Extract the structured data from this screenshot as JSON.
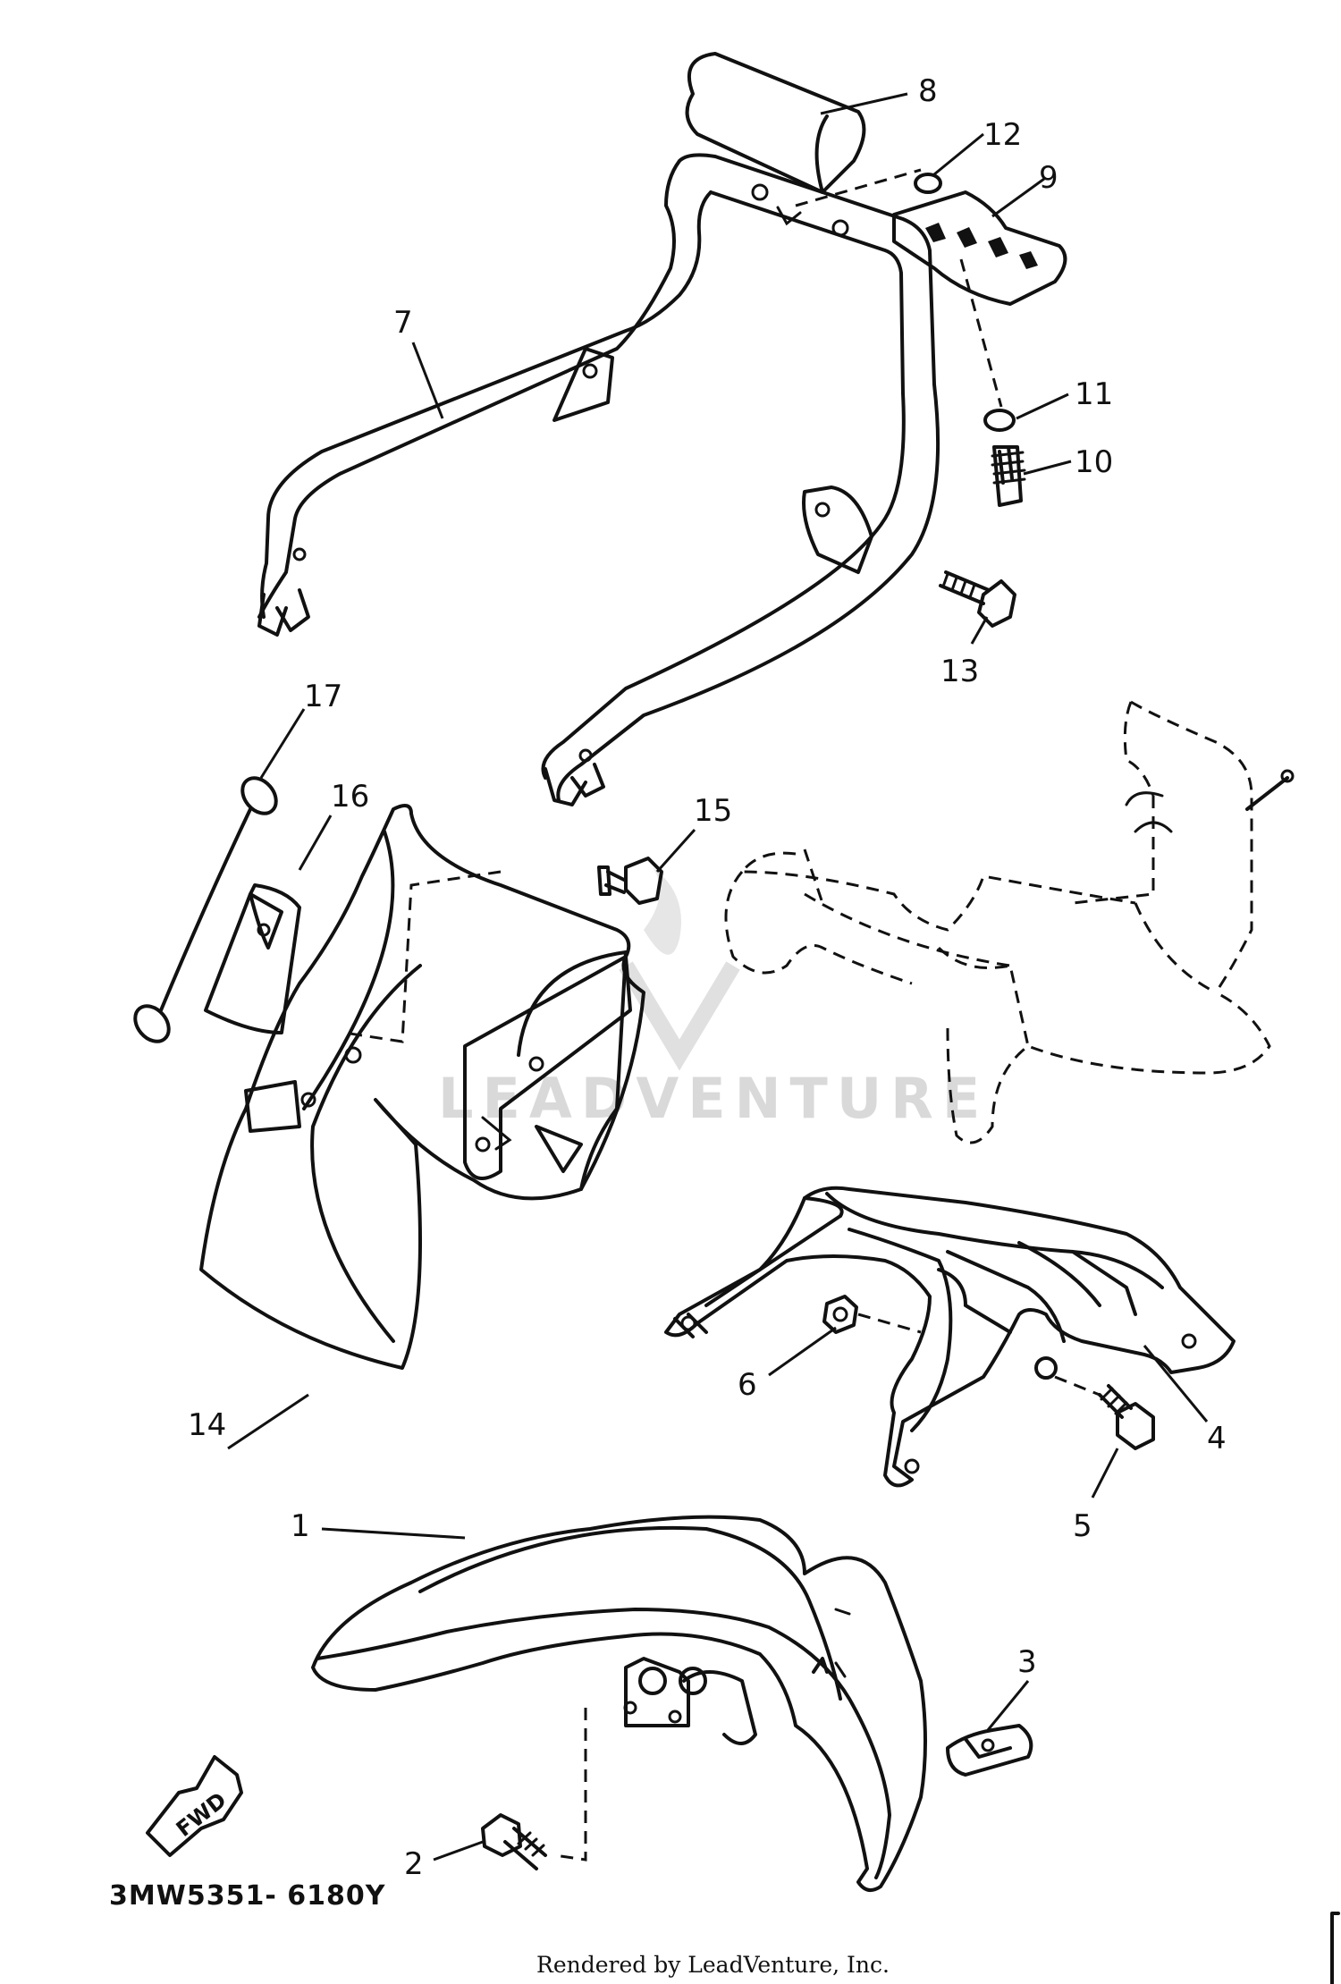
{
  "diagram": {
    "callouts": [
      "1",
      "2",
      "3",
      "4",
      "5",
      "6",
      "7",
      "8",
      "9",
      "10",
      "11",
      "12",
      "13",
      "14",
      "15",
      "16",
      "17"
    ],
    "diagram_code": "3MW5351- 6180Y",
    "fwd_label": "FWD",
    "watermark": "LEADVENTURE",
    "footer": "Rendered by LeadVenture, Inc."
  }
}
